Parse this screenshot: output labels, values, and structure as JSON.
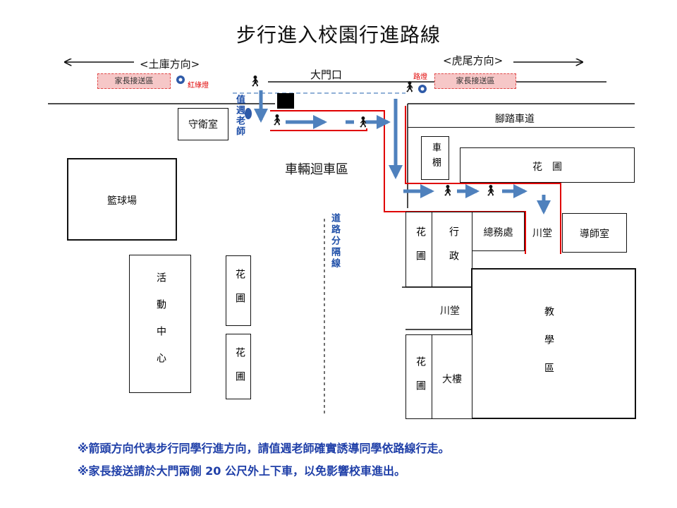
{
  "title": "步行進入校園行進路線",
  "directions": {
    "left": "<土庫方向>",
    "right": "<虎尾方向>"
  },
  "labels": {
    "main_gate": "大門口",
    "guard_room": "守衛室",
    "duty_teacher": "值週老師",
    "vehicle_area": "車輛迴車區",
    "bike_lane": "腳踏車道",
    "bike_shed": "車棚",
    "basketball": "籃球場",
    "activity_center": "活動中心",
    "lane_divider": "道路分隔線",
    "garden": "花圃",
    "garden_spaced": "花　圃",
    "admin": "行政",
    "general_affairs": "總務處",
    "corridor": "川堂",
    "counseling": "導師室",
    "teaching_area": "教學區",
    "building": "大樓"
  },
  "parent_zones": {
    "left": "家長接送區",
    "right": "家長接送區"
  },
  "signals": {
    "left_label": "紅綠燈",
    "right_label": "路燈"
  },
  "notes": [
    "※箭頭方向代表步行同學行進方向，請值週老師確實誘導同學依路線行走。",
    "※家長接送請於大門兩側 20 公尺外上下車，以免影響校車進出。"
  ],
  "colors": {
    "route": "#e00000",
    "arrow": "#4f81bd",
    "note": "#1f3fa8",
    "zone_fill": "#f6c7c7"
  },
  "icons": {
    "walker": "pedestrian-icon",
    "signal": "traffic-light-icon",
    "gate": "gate-block-icon"
  }
}
